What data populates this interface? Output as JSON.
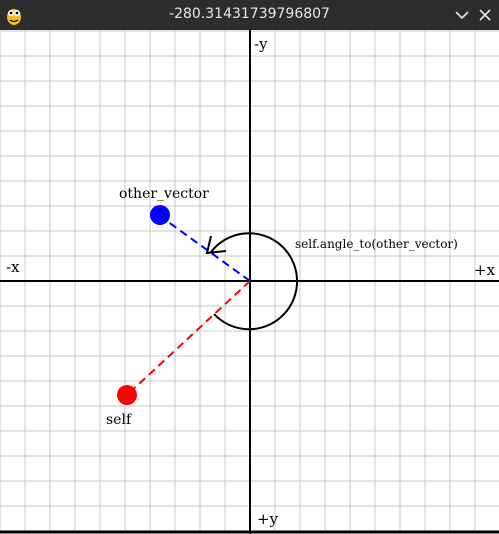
{
  "window": {
    "title": "-280.31431739796807",
    "app_icon": "pygame-snake-icon",
    "buttons": [
      {
        "name": "minimize-chevron-icon"
      },
      {
        "name": "close-icon"
      }
    ]
  },
  "scene": {
    "axes": {
      "neg_y_label": "-y",
      "pos_y_label": "+y",
      "neg_x_label": "-x",
      "pos_x_label": "+x"
    },
    "self_label": "self",
    "other_label": "other_vector",
    "angle_label": "self.angle_to(other_vector)",
    "colors": {
      "self": "#ff0000",
      "other": "#0000ff",
      "grid": "#c8c8c8",
      "axis": "#000000",
      "arc": "#000000"
    },
    "grid_on": true
  }
}
